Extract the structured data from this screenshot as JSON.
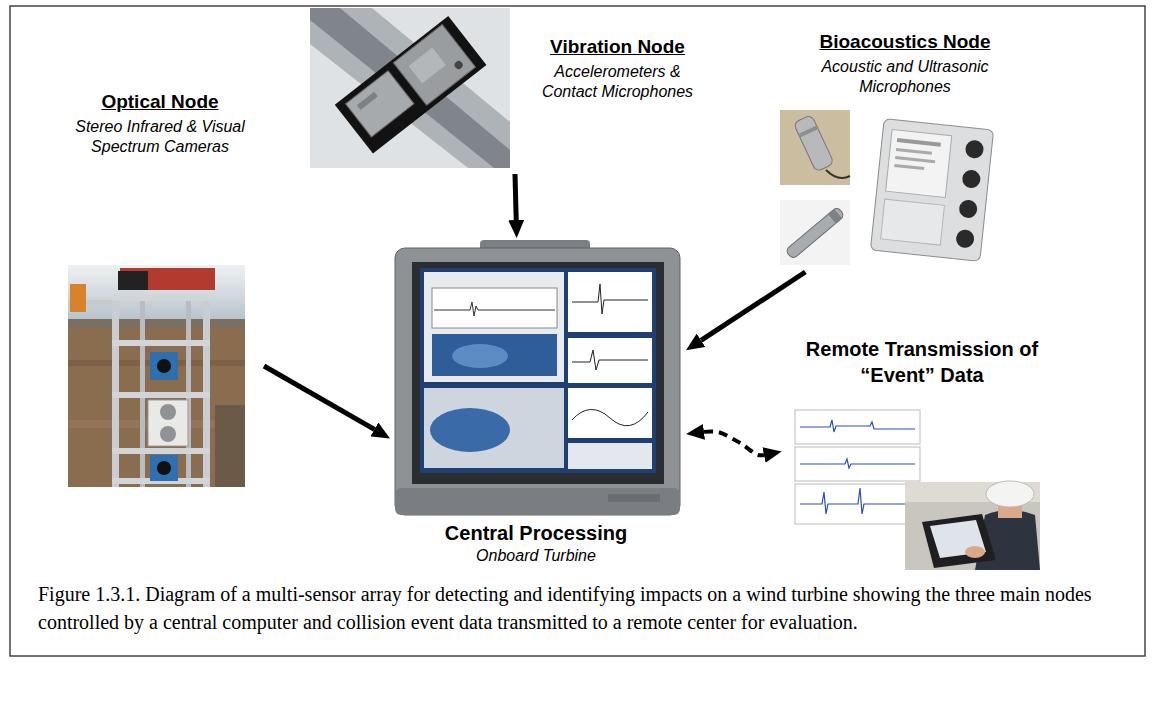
{
  "diagram": {
    "caption": "Figure 1.3.1. Diagram of a multi-sensor array for detecting and identifying impacts on a wind turbine showing the three main nodes controlled by a central computer and collision event data transmitted to a remote center for evaluation.",
    "nodes": [
      {
        "text": [
          "Optical Node",
          "Stereo Infrared & Visual Spectrum Cameras"
        ]
      },
      {
        "text": [
          "Vibration Node",
          "Accelerometers & Contact Microphones"
        ]
      },
      {
        "text": [
          "Bioacoustics Node",
          "Acoustic and Ultrasonic Microphones"
        ]
      },
      {
        "text": [
          "Central Processing",
          "Onboard Turbine"
        ]
      },
      {
        "text": [
          "Remote Transmission of “Event” Data"
        ]
      }
    ],
    "edges": [
      {
        "from": 0,
        "to": 3,
        "arrow": "to"
      },
      {
        "from": 1,
        "to": 3,
        "arrow": "to"
      },
      {
        "from": 2,
        "to": 3,
        "arrow": "to"
      },
      {
        "from": 3,
        "to": 4,
        "arrow": "both"
      }
    ]
  }
}
